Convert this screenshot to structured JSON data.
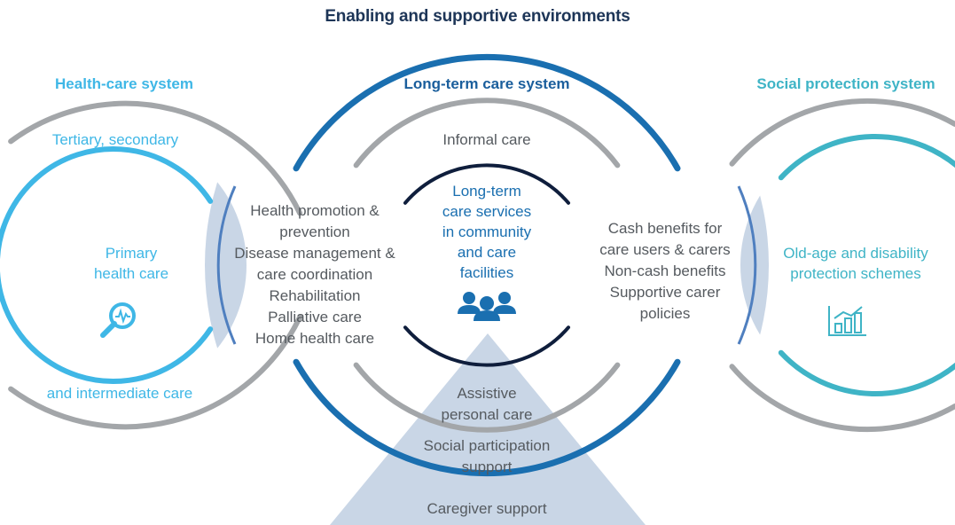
{
  "title": "Enabling and supportive environments",
  "systems": {
    "health": {
      "title": "Health-care system",
      "outer_top": "Tertiary, secondary",
      "outer_bottom": "and intermediate care",
      "inner": [
        "Primary",
        "health care"
      ],
      "icon": "magnifier-pulse-icon"
    },
    "longterm": {
      "title": "Long-term care system",
      "informal": "Informal care",
      "center": [
        "Long-term",
        "care services",
        "in community",
        "and care",
        "facilities"
      ],
      "icon": "people-group-icon",
      "assistive": [
        "Assistive",
        "personal care"
      ],
      "social": [
        "Social participation",
        "support"
      ],
      "caregiver": "Caregiver support"
    },
    "social": {
      "title": "Social protection system",
      "inner": [
        "Old-age and disability",
        "protection schemes"
      ],
      "icon": "bar-chart-icon"
    }
  },
  "health_overlap": [
    "Health promotion &",
    "prevention",
    "Disease management &",
    "care coordination",
    "Rehabilitation",
    "Palliative care",
    "Home health care"
  ],
  "social_overlap": [
    "Cash benefits for",
    "care users & carers",
    "Non-cash benefits",
    "Supportive carer",
    "policies"
  ],
  "colors": {
    "title": "#1d3557",
    "light_blue": "#3fb7e6",
    "dark_blue": "#1a6fb0",
    "teal": "#3fb4c6",
    "grey_ring": "#a3a6a9",
    "overlap_fill": "#c9d6e6",
    "navy": "#0f1e3c"
  }
}
